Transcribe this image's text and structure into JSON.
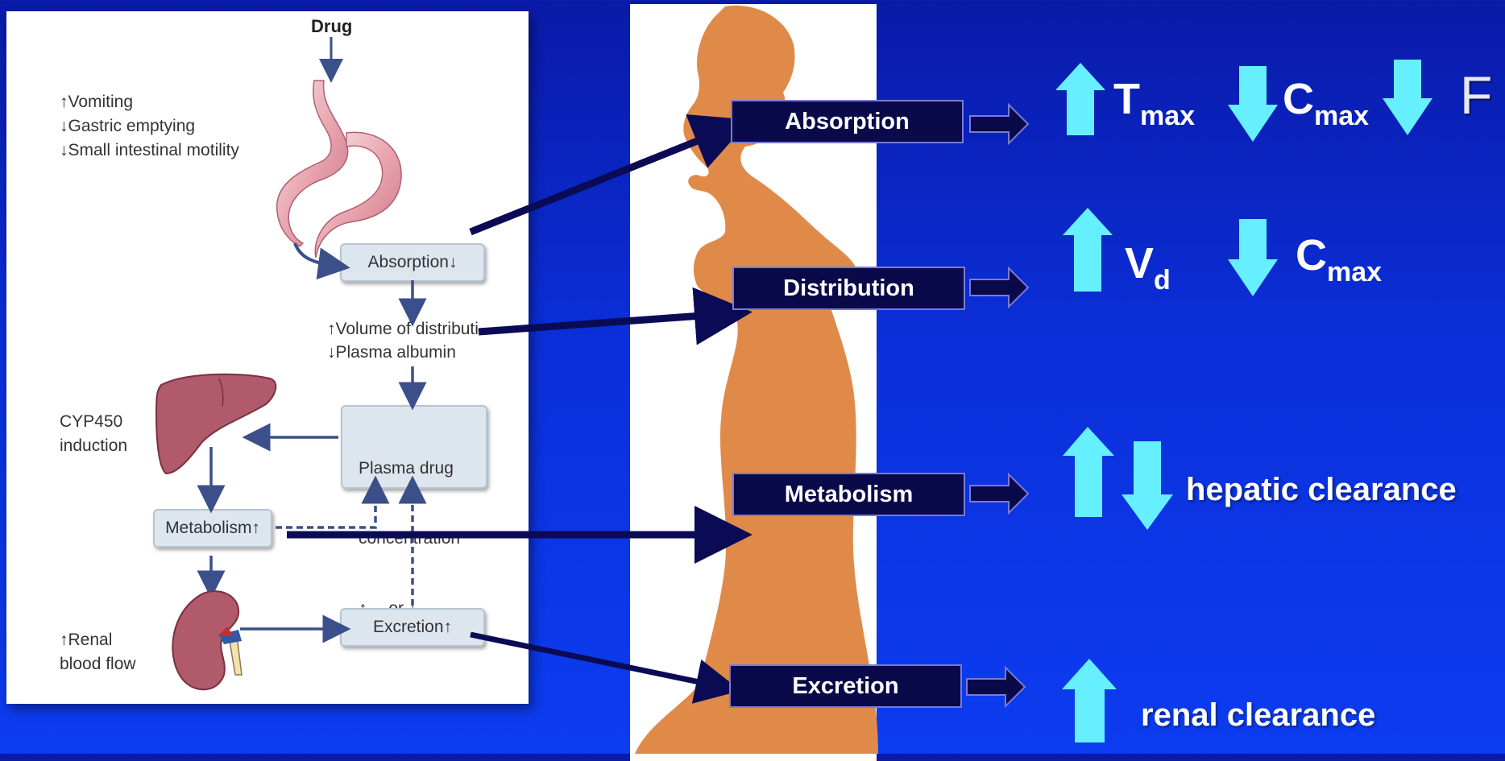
{
  "diagram": {
    "drug": "Drug",
    "gi_factors": [
      "↑Vomiting",
      "↓Gastric emptying",
      "↓Small intestinal motility"
    ],
    "absorption_box": "Absorption↓",
    "distribution_factors": [
      "↑Volume of distributi",
      "↓Plasma albumin"
    ],
    "plasma_box": [
      "Plasma drug",
      "concentration",
      "↑↔ or ↓"
    ],
    "liver_factors": [
      "CYP450",
      "induction"
    ],
    "metabolism_box": "Metabolism↑",
    "renal_factors": [
      "↑Renal",
      "blood flow"
    ],
    "excretion_box": "Excretion↑"
  },
  "phases": {
    "absorption": "Absorption",
    "distribution": "Distribution",
    "metabolism": "Metabolism",
    "excretion": "Excretion"
  },
  "effects": {
    "tmax": "T",
    "tmax_sub": "max",
    "cmax1": "C",
    "cmax1_sub": "max",
    "f": "F",
    "vd": "V",
    "vd_sub": "d",
    "cmax2": "C",
    "cmax2_sub": "max",
    "hepatic": "hepatic clearance",
    "renal": "renal clearance"
  },
  "colors": {
    "background": "#0b2fd9",
    "effect_arrow": "#66f0ff",
    "silhouette": "#e08a4a",
    "diagram_arrow": "#3b4f8a",
    "phase_box": "#0a0a4a"
  }
}
